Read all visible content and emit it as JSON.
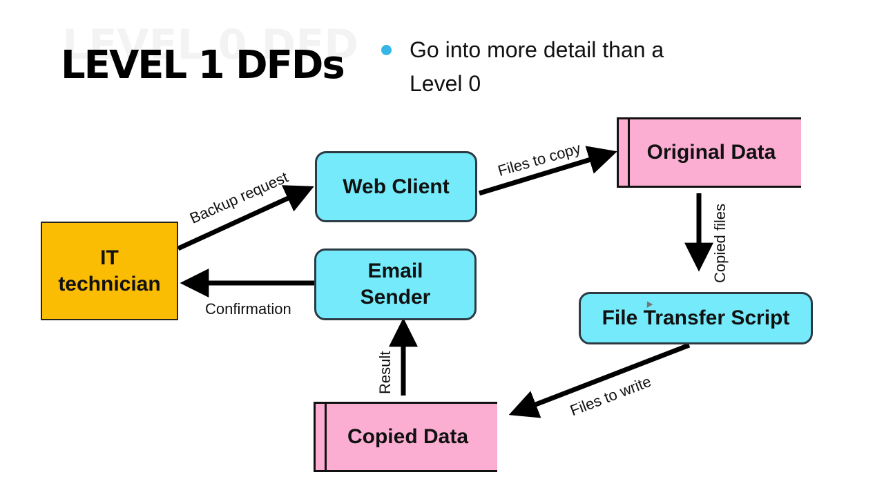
{
  "slide": {
    "title": "LEVEL 1 DFDs",
    "bullet": "Go into more detail than a Level 0",
    "bullet_color": "#35b6e6"
  },
  "nodes": {
    "it_technician": "IT technician",
    "web_client": "Web Client",
    "email_sender": "Email Sender",
    "original_data": "Original Data",
    "file_transfer_script": "File Transfer Script",
    "copied_data": "Copied Data"
  },
  "flows": {
    "backup_request": "Backup request",
    "files_to_copy": "Files to copy",
    "copied_files": "Copied files",
    "files_to_write": "Files to write",
    "result": "Result",
    "confirmation": "Confirmation"
  },
  "colors": {
    "external_entity": "#fbbc04",
    "process": "#74eafa",
    "data_store": "#fbaed2"
  }
}
